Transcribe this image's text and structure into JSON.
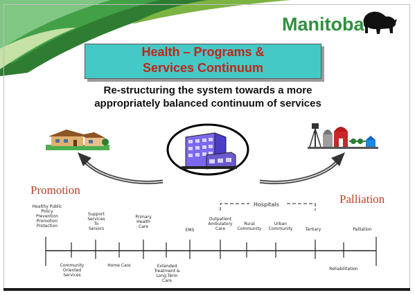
{
  "logo": {
    "text": "Manitoba",
    "icon": "bison-icon"
  },
  "title": {
    "line1": "Health – Programs &",
    "line2": "Services Continuum"
  },
  "subtitle": {
    "line1": "Re-structuring the system towards a more",
    "line2": "appropriately balanced continuum of services"
  },
  "ends": {
    "left": "Promotion",
    "right": "Palliation"
  },
  "hospitals_label": "Hospitals",
  "services_top": [
    {
      "label": "Healthy Public\nPolicy\nPrevention\nPromotion\nProtection"
    },
    {
      "label": "Support\nServices\nTo\nSeniors"
    },
    {
      "label": "Primary\nHealth\nCare"
    },
    {
      "label": "EMS"
    },
    {
      "label": "Outpatient\nAmbulatory\nCare"
    },
    {
      "label": "Rural\nCommunity"
    },
    {
      "label": "Urban\nCommunity"
    },
    {
      "label": "Tertiary"
    },
    {
      "label": "Palliation"
    }
  ],
  "services_bottom": [
    {
      "label": "Community\nOriented\nServices"
    },
    {
      "label": "Home Care"
    },
    {
      "label": "Extended\nTreatment &\nLong Term\nCare"
    },
    {
      "label": "Rehabilitation"
    }
  ],
  "colors": {
    "title_bg": "#45c9c6",
    "title_text": "#c0251a",
    "end_labels": "#b3412a",
    "logo_green": "#2f8f3f",
    "corner_green": "#2e7d32"
  },
  "icons": [
    "house-icon",
    "hospital-building-icon",
    "farm-icon",
    "bison-icon"
  ]
}
